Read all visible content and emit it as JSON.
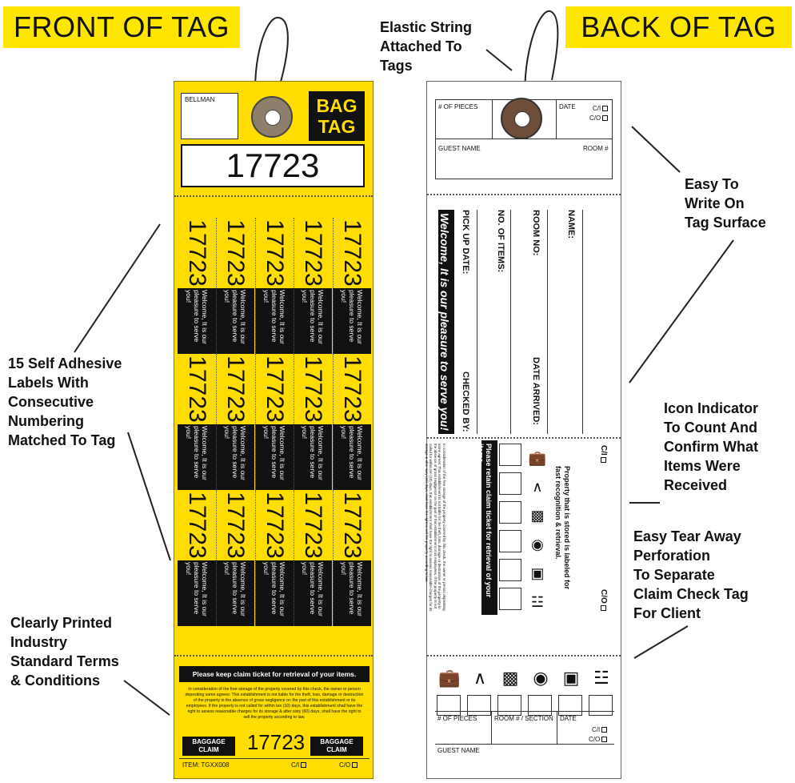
{
  "banners": {
    "front": "FRONT OF TAG",
    "back": "BACK OF TAG"
  },
  "callouts": {
    "elastic": [
      "Elastic String",
      "Attached To",
      "Tags"
    ],
    "labels": [
      "15 Self Adhesive",
      "Labels With",
      "Consecutive",
      "Numbering",
      "Matched To Tag"
    ],
    "terms": [
      "Clearly Printed",
      "Industry",
      "Standard Terms",
      "& Conditions"
    ],
    "write": [
      "Easy To",
      "Write On",
      "Tag Surface"
    ],
    "icon": [
      "Icon Indicator",
      "To Count And",
      "Confirm What",
      "Items Were",
      "Received"
    ],
    "tear": [
      "Easy Tear Away",
      "Perforation",
      "To Separate",
      "Claim Check Tag",
      "For Client"
    ]
  },
  "front_tag": {
    "bellman": "BELLMAN",
    "bag_tag": [
      "BAG",
      "TAG"
    ],
    "number": "17723",
    "label_number": "17723",
    "label_welcome": "Welcome, It is our pleasure to serve you!",
    "keep_notice": "Please keep claim ticket for retrieval of your items.",
    "terms_text": "In consideration of the free storage of the property covered by this check, the owner or person depositing same agrees: This establishment is not liable for the theft, loss, damage or destruction of the property in the absence of gross negligence on the part of this establishment or its employees. If the property is not called for within ten (10) days, this establishment shall have the right to assess reasonable charges for its storage & after sixty (60) days, shall have the right to sell the property according to law.",
    "baggage_claim": [
      "BAGGAGE",
      "CLAIM"
    ],
    "item_code": "ITEM: TGXX008",
    "ci": "C/I",
    "co": "C/O"
  },
  "back_tag": {
    "pieces": "# OF PIECES",
    "date": "DATE",
    "ci": "C/I",
    "co": "C/O",
    "guest_name": "GUEST NAME",
    "room": "ROOM #",
    "welcome": "Welcome, It is our pleasure to serve you!",
    "name": "NAME:",
    "room_no": "ROOM NO:",
    "date_arrived": "DATE ARRIVED:",
    "items": "NO. OF ITEMS:",
    "pickup": "PICK UP DATE:",
    "checked_by": "CHECKED BY:",
    "property_note": "Property that is stored is labeled for fast recognition & retrieval.",
    "retain": "Please retain claim ticket for retrieval of your items.",
    "terms_text": "In consideration of the free storage of the property covered by this check, the owner or person depositing same agrees: This establishment is not liable for the theft, loss, damage or destruction of the property in the absence of gross negligence on the part of this establishment or its employees. If the property is not called for within ten (10) days, this establishment shall have the right to assess reasonable charges for its storage & after sixty (60) days, shall have the right to sell the property according to law.",
    "room_section": "ROOM # / SECTION",
    "icons": [
      "suitcase-icon",
      "hanger-icon",
      "laptop-icon",
      "camera-icon",
      "box-icon",
      "golf-bag-icon"
    ]
  }
}
